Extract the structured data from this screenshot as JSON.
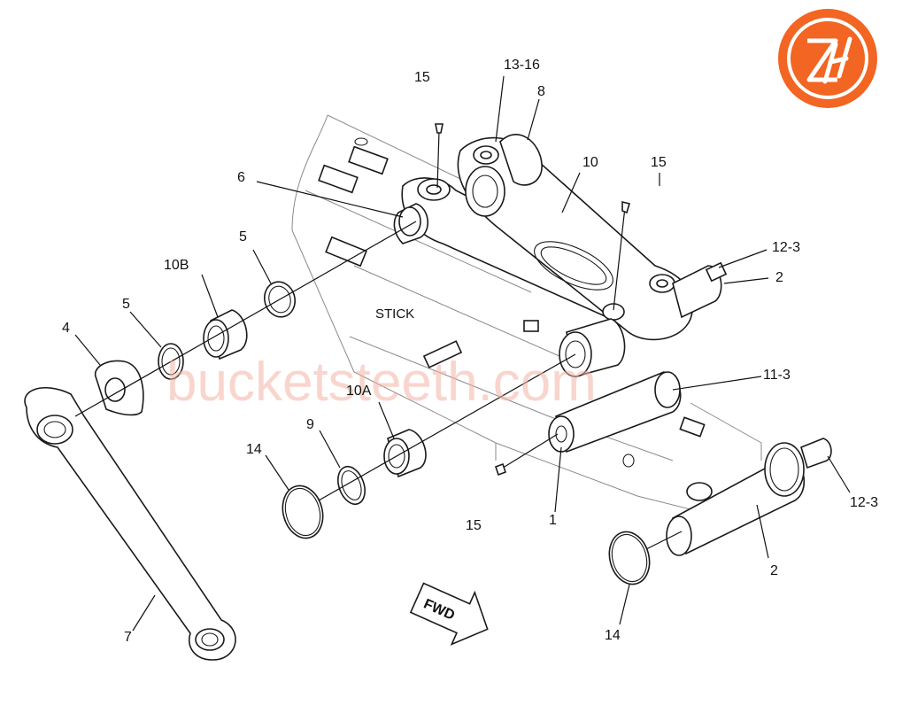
{
  "diagram": {
    "stick_label": "STICK",
    "fwd_label": "FWD",
    "watermark": "bucketsteeth.com",
    "logo_text": "ZH",
    "colors": {
      "logo": "#F26522",
      "watermark": "#f4b3a6",
      "line": "#1a1a1a"
    },
    "callouts": {
      "c15a": "15",
      "c1316": "13-16",
      "c8": "8",
      "c10": "10",
      "c15b": "15",
      "c6": "6",
      "c5a": "5",
      "c10b": "10B",
      "c5b": "5",
      "c4": "4",
      "c123a": "12-3",
      "c2a": "2",
      "c113": "11-3",
      "c10a": "10A",
      "c9": "9",
      "c14a": "14",
      "c15c": "15",
      "c1": "1",
      "c123b": "12-3",
      "c2b": "2",
      "c14b": "14",
      "c7": "7"
    }
  }
}
